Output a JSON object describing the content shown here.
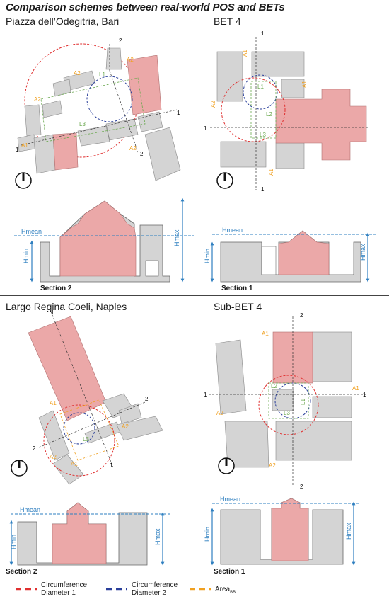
{
  "title": "Comparison schemes between real-world POS and BETs",
  "quadrants": {
    "tl": {
      "label": "Piazza dell’Odegitria, Bari",
      "section": "Section 2"
    },
    "tr": {
      "label": "BET 4",
      "section": "Section 1"
    },
    "bl": {
      "label": "Largo Regina Coeli, Naples",
      "section": "Section 2"
    },
    "br": {
      "label": "Sub-BET 4",
      "section": "Section 1"
    }
  },
  "section_labels": {
    "hmean": "Hmean",
    "hmin": "Hmin",
    "hmax": "Hmax"
  },
  "plan_labels": {
    "a1": "A1",
    "a2": "A2",
    "l1": "L1",
    "l2": "L2",
    "l3": "L3",
    "n1": "1",
    "n2": "2"
  },
  "legend": {
    "circ1": {
      "line1": "Circumference",
      "line2": "Diameter 1",
      "color": "#e03030"
    },
    "circ2": {
      "line1": "Circumference",
      "line2": "Diameter 2",
      "color": "#2a3f9a"
    },
    "area": {
      "text": "Area",
      "sub": "BB",
      "color": "#f0a020"
    }
  },
  "colors": {
    "building": "#d4d4d4",
    "church": "#eba8a8",
    "hmean": "#2e7fc0",
    "green": "#6aa84f",
    "orange": "#f0a020",
    "red": "#e03030",
    "blue": "#2a3f9a"
  }
}
